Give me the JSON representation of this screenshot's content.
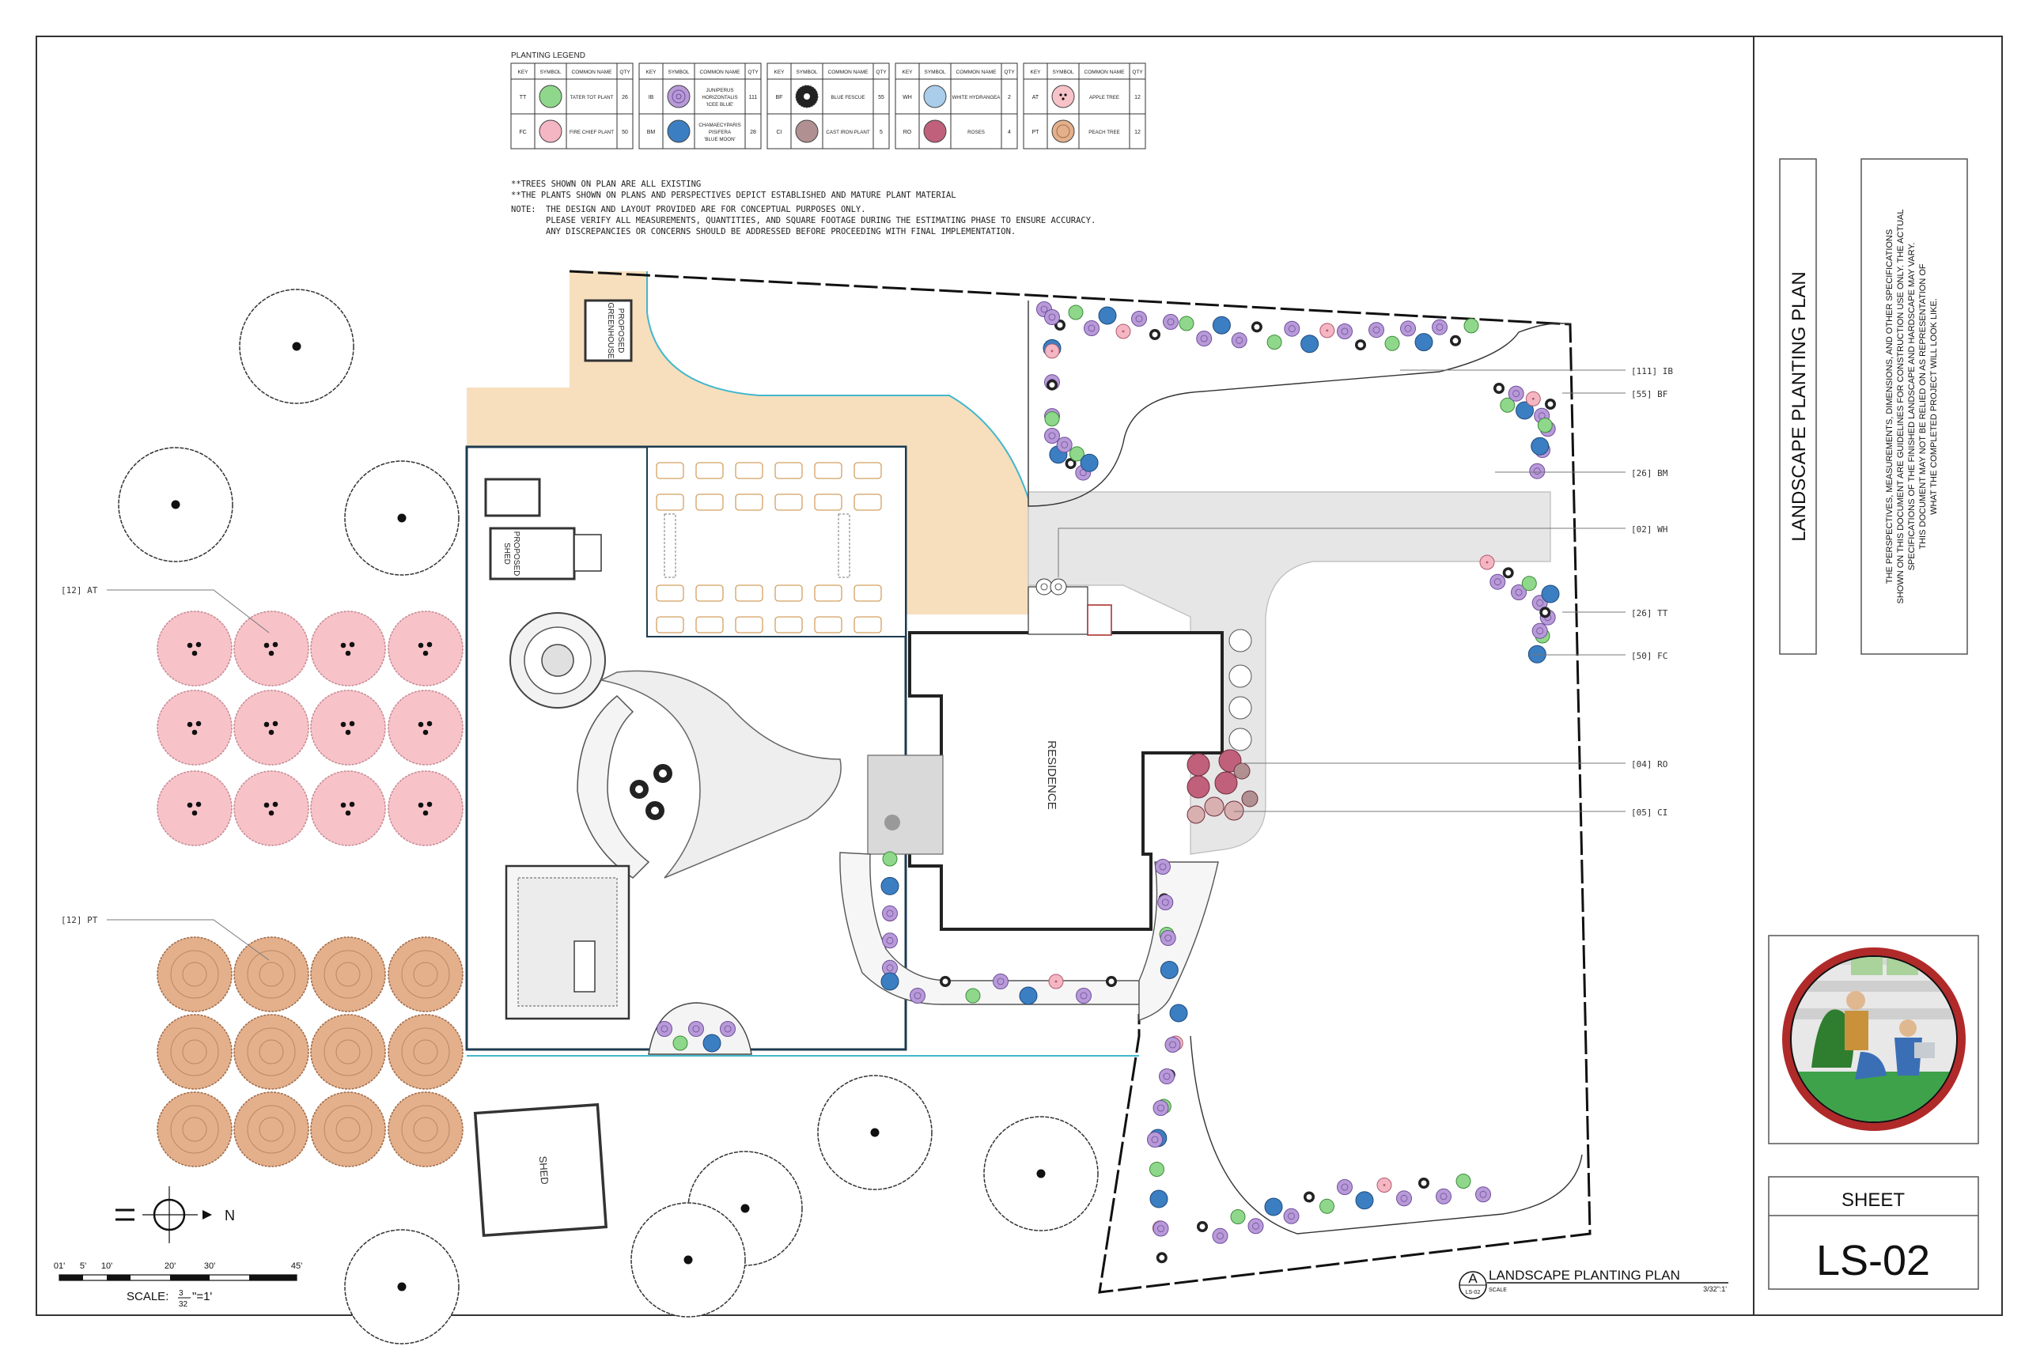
{
  "legend": {
    "title": "PLANTING LEGEND",
    "headers": [
      "KEY",
      "SYMBOL",
      "COMMON NAME",
      "QTY"
    ],
    "groups": [
      [
        {
          "key": "TT",
          "name": [
            "TATER TOT PLANT"
          ],
          "qty": "26",
          "color": "#8fd88b"
        },
        {
          "key": "FC",
          "name": [
            "FIRE CHIEF PLANT"
          ],
          "qty": "50",
          "color": "#f4b6c2"
        }
      ],
      [
        {
          "key": "IB",
          "name": [
            "JUNIPERUS",
            "HORIZONTALIS",
            "'ICEE BLUE'"
          ],
          "qty": "111",
          "color": "#b89ad8"
        },
        {
          "key": "BM",
          "name": [
            "CHAMAECYPARIS",
            "PISIFERA",
            "'BLUE MOON'"
          ],
          "qty": "28",
          "color": "#3b7ec2"
        }
      ],
      [
        {
          "key": "BF",
          "name": [
            "BLUE FESCUE"
          ],
          "qty": "55",
          "color": "#222222"
        },
        {
          "key": "CI",
          "name": [
            "CAST IRON PLANT"
          ],
          "qty": "5",
          "color": "#b09090"
        }
      ],
      [
        {
          "key": "WH",
          "name": [
            "WHITE HYDRANGEA"
          ],
          "qty": "2",
          "color": "#a9cdea"
        },
        {
          "key": "RO",
          "name": [
            "ROSES"
          ],
          "qty": "4",
          "color": "#c0607a"
        }
      ],
      [
        {
          "key": "AT",
          "name": [
            "APPLE TREE"
          ],
          "qty": "12",
          "color": "#f7c3c9"
        },
        {
          "key": "PT",
          "name": [
            "PEACH TREE"
          ],
          "qty": "12",
          "color": "#e4b08c"
        }
      ]
    ]
  },
  "notes": {
    "trees": "**TREES SHOWN ON PLAN ARE ALL EXISTING",
    "plants": "**THE PLANTS SHOWN ON PLANS AND PERSPECTIVES DEPICT ESTABLISHED AND MATURE PLANT MATERIAL",
    "note_label": "NOTE:",
    "note_lines": [
      "THE DESIGN AND LAYOUT PROVIDED ARE FOR CONCEPTUAL PURPOSES ONLY.",
      "PLEASE VERIFY ALL MEASUREMENTS, QUANTITIES, AND SQUARE FOOTAGE DURING THE ESTIMATING PHASE TO ENSURE ACCURACY.",
      "ANY DISCREPANCIES OR CONCERNS SHOULD BE ADDRESSED BEFORE PROCEEDING WITH FINAL IMPLEMENTATION."
    ]
  },
  "plan_labels": {
    "greenhouse": [
      "PROPOSED",
      "GREENHOUSE"
    ],
    "proposed_shed": [
      "PROPOSED",
      "SHED"
    ],
    "shed": "SHED",
    "residence": "RESIDENCE"
  },
  "callouts": {
    "ib": "[111] IB",
    "bf": "[55] BF",
    "bm": "[26] BM",
    "wh": "[02] WH",
    "tt": "[26] TT",
    "fc": "[50] FC",
    "ro": "[04] RO",
    "ci": "[05] CI",
    "at": "[12] AT",
    "pt": "[12] PT"
  },
  "scale_bar": {
    "ticks": [
      "01'",
      "5'",
      "10'",
      "20'",
      "30'",
      "45'"
    ],
    "scale_prefix": "SCALE:",
    "scale_num": "3",
    "scale_den": "32",
    "scale_suffix": "\"=1'"
  },
  "north_label": "N",
  "title_block": {
    "letter": "A",
    "ref": "LS-02",
    "title": "LANDSCAPE PLANTING PLAN",
    "scale_label": "SCALE",
    "scale_value": "3/32\":1'"
  },
  "sidebar": {
    "title": "LANDSCAPE PLANTING PLAN",
    "disclaimer": [
      "THE PERSPECTIVES, MEASUREMENTS, DIMENSIONS, AND OTHER SPECIFICATIONS",
      "SHOWN ON THIS DOCUMENT ARE GUIDELINES FOR CONSTRUCTION USE ONLY. THE ACTUAL",
      "SPECIFICATIONS OF THE FINISHED LANDSCAPE AND HARDSCAPE MAY VARY.",
      "THIS DOCUMENT MAY NOT BE RELIED ON AS REPRESENTATION OF",
      "WHAT THE COMPLETED PROJECT WILL LOOK LIKE."
    ],
    "sheet_label": "SHEET",
    "sheet_number": "LS-02"
  },
  "colors": {
    "sand": "#f7dfbd",
    "driveway": "#e6e6e6",
    "water_line": "#42b7cc",
    "apple": "#f7c3c9",
    "peach": "#e4b08c",
    "purple": "#b89ad8",
    "blue": "#3b7ec2",
    "green": "#8fd88b",
    "pink": "#f4b6c2",
    "rose": "#c0607a"
  }
}
